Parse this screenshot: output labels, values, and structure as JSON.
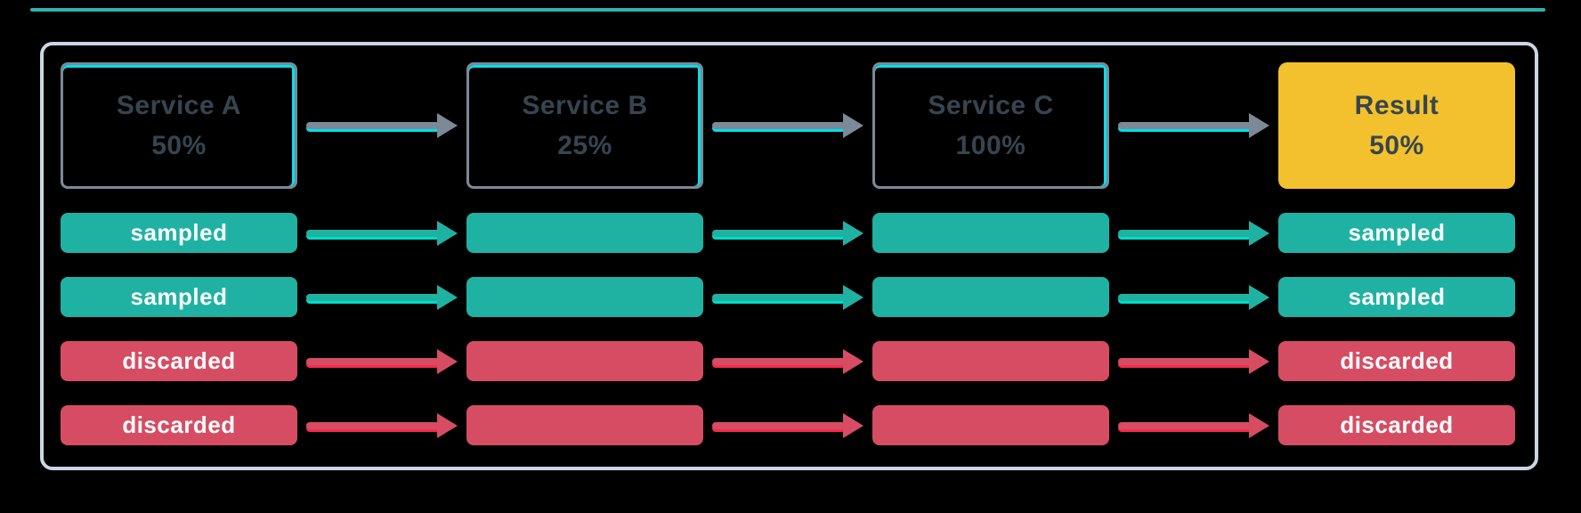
{
  "colors": {
    "background": "#000000",
    "top_line": "#2FB3AB",
    "frame_border": "#C9D7E5",
    "service_border": "#7C8997",
    "service_text": "#36454F",
    "arrow_gray": "#7C8997",
    "selection_cyan": "#00E0EA",
    "sampled_teal": "#1FB2A2",
    "sampled_accent": "#00DCC6",
    "discarded_red": "#D64D63",
    "discarded_accent": "#F82A4C",
    "result_yellow": "#F2C12D",
    "chip_text": "#FFFFFF"
  },
  "services": [
    {
      "name": "Service A",
      "rate": "50%"
    },
    {
      "name": "Service B",
      "rate": "25%"
    },
    {
      "name": "Service C",
      "rate": "100%"
    },
    {
      "name": "Result",
      "rate": "50%"
    }
  ],
  "trace_rows": [
    {
      "status": "sampled",
      "label_left": "sampled",
      "label_right": "sampled"
    },
    {
      "status": "sampled",
      "label_left": "sampled",
      "label_right": "sampled"
    },
    {
      "status": "discarded",
      "label_left": "discarded",
      "label_right": "discarded"
    },
    {
      "status": "discarded",
      "label_left": "discarded",
      "label_right": "discarded"
    }
  ]
}
